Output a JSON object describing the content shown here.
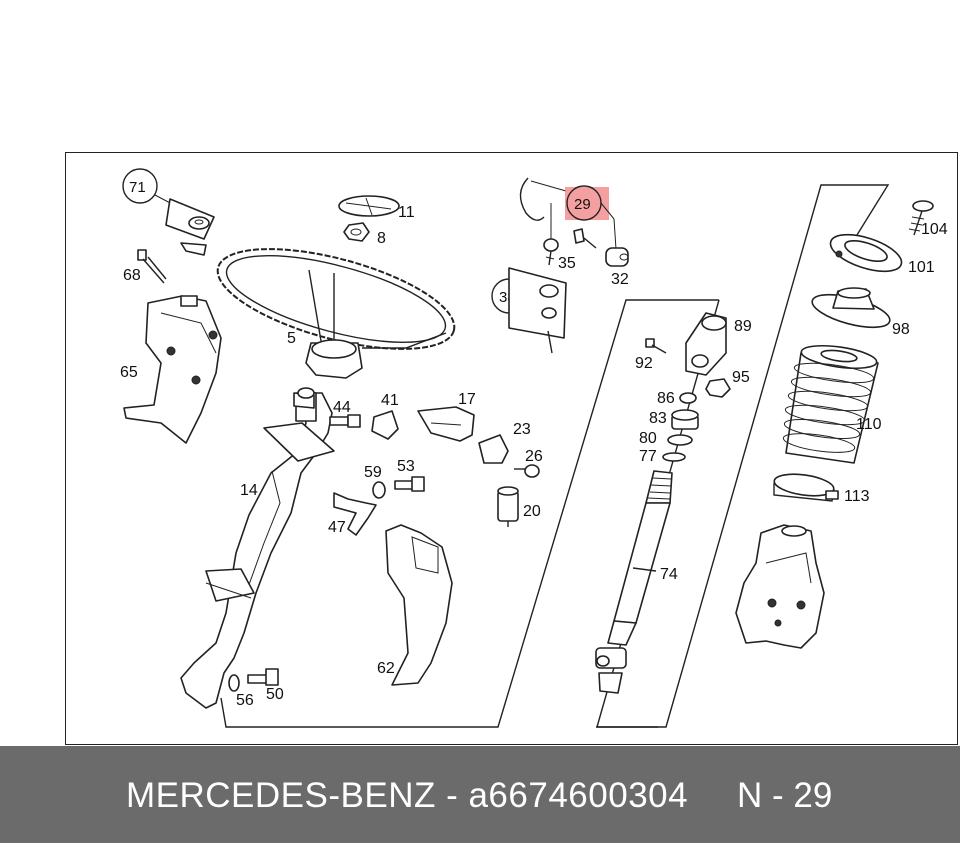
{
  "diagram": {
    "highlight_color": "#f08080",
    "highlighted_position": "29",
    "callouts": [
      {
        "id": "71",
        "circled": true
      },
      {
        "id": "29",
        "circled": true,
        "highlighted": true
      },
      {
        "id": "38",
        "circled": true
      }
    ],
    "labels": {
      "l11": "11",
      "l8": "8",
      "l68": "68",
      "l5": "5",
      "l65": "65",
      "l35": "35",
      "l32": "32",
      "l104": "104",
      "l101": "101",
      "l98": "98",
      "l89": "89",
      "l92": "92",
      "l95": "95",
      "l86": "86",
      "l83": "83",
      "l80": "80",
      "l77": "77",
      "l110": "110",
      "l113": "113",
      "l74": "74",
      "l44": "44",
      "l41": "41",
      "l17": "17",
      "l23": "23",
      "l26": "26",
      "l20": "20",
      "l14": "14",
      "l59": "59",
      "l53": "53",
      "l47": "47",
      "l62": "62",
      "l56": "56",
      "l50": "50"
    }
  },
  "footer": {
    "brand_text": "MERCEDES-BENZ - a6674600304",
    "position_text": "N - 29",
    "background": "#6b6b6b"
  }
}
